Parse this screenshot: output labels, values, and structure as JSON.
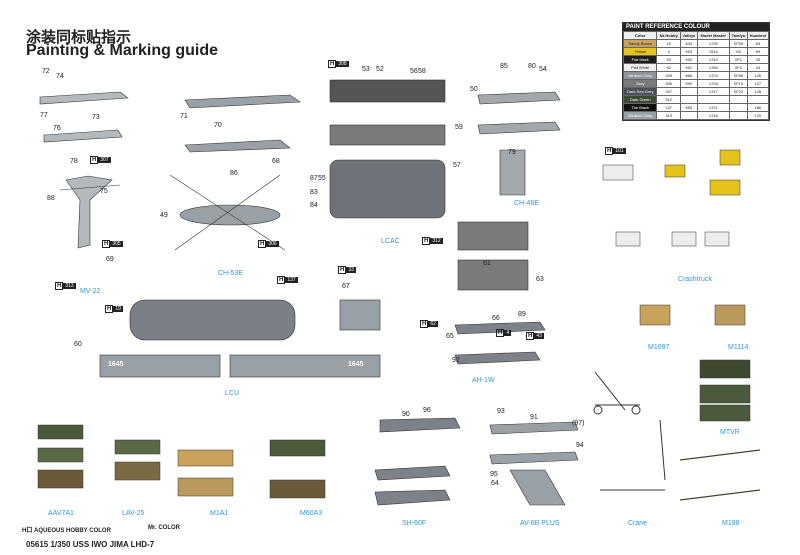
{
  "header": {
    "title_cn": "涂装同标贴指示",
    "title_en": "Painting & Marking guide"
  },
  "paint_table": {
    "title": "PAINT REFERENCE COLOUR",
    "columns": [
      "Color",
      "Mr.Hobby",
      "Vallejo",
      "Model Master",
      "Tamiya",
      "Humbrol"
    ],
    "rows": [
      {
        "name": "Sandy Brown",
        "color": "#c9a25c",
        "code": "19",
        "v": "843",
        "mm": "1735",
        "t": "XF59",
        "h": "63"
      },
      {
        "name": "Yellow",
        "color": "#e5c31c",
        "code": "4",
        "v": "953",
        "mm": "1514",
        "t": "X8",
        "h": "69"
      },
      {
        "name": "Flat black",
        "color": "#1d1d1d",
        "code": "33",
        "v": "950",
        "mm": "1749",
        "t": "XF1",
        "h": "33"
      },
      {
        "name": "Flat White",
        "color": "#f0f0f0",
        "code": "62",
        "v": "951",
        "mm": "1768",
        "t": "XF2",
        "h": "34"
      },
      {
        "name": "Medium Grey",
        "color": "#8f949b",
        "code": "305",
        "v": "866",
        "mm": "1723",
        "t": "XF58",
        "h": "126"
      },
      {
        "name": "Grey",
        "color": "#7a7a7a",
        "code": "306",
        "v": "990",
        "mm": "1728",
        "t": "XF19",
        "h": "127"
      },
      {
        "name": "Dark Sea Grey",
        "color": "#4a5055",
        "code": "307",
        "v": "",
        "mm": "1747",
        "t": "XF22",
        "h": "128"
      },
      {
        "name": "Dark Green",
        "color": "#3d4a2f",
        "code": "312",
        "v": "",
        "mm": "",
        "t": "",
        "h": ""
      },
      {
        "name": "Tire Black",
        "color": "#111111",
        "code": "137",
        "v": "983",
        "mm": "1701",
        "t": "",
        "h": "186"
      },
      {
        "name": "Medium Grey",
        "color": "#9aa1a6",
        "code": "313",
        "v": "",
        "mm": "1716",
        "t": "",
        "h": "120"
      }
    ]
  },
  "vehicles": {
    "mv22": "MV-22",
    "ch53e": "CH-53E",
    "lcac": "LCAC",
    "ch46e": "CH-46E",
    "crashtruck": "Crashtruck",
    "lcu": "LCU",
    "ah1w": "AH-1W",
    "m1097": "M1097",
    "m1114": "M1114",
    "mtvr": "MTVR",
    "aav7a1": "AAV7A1",
    "lav25": "LAV-25",
    "m1a1": "M1A1",
    "m60a3": "M60A3",
    "sh60f": "SH-60F",
    "av8b": "AV-8B PLUS",
    "crane": "Crane",
    "m198": "M198"
  },
  "hull_number": "1645",
  "callout_numbers": [
    "72",
    "74",
    "77",
    "76",
    "73",
    "78",
    "75",
    "88",
    "69",
    "71",
    "70",
    "68",
    "86",
    "49",
    "55",
    "53",
    "52",
    "56",
    "58",
    "59",
    "57",
    "87",
    "83",
    "84",
    "85",
    "80",
    "54",
    "50",
    "79",
    "67",
    "61",
    "63",
    "60",
    "65",
    "66",
    "89",
    "92",
    "96",
    "90",
    "93",
    "91",
    "(97)",
    "94",
    "95",
    "64"
  ],
  "href_codes": [
    "308",
    "307",
    "305",
    "313",
    "306",
    "312",
    "137",
    "19",
    "33",
    "62",
    "4",
    "43",
    "101"
  ],
  "footer": {
    "left": "H口 AQUEOUS HOBBY COLOR",
    "right": "Mr. COLOR",
    "bottom": "05615  1/350  USS IWO JIMA LHD-7"
  }
}
